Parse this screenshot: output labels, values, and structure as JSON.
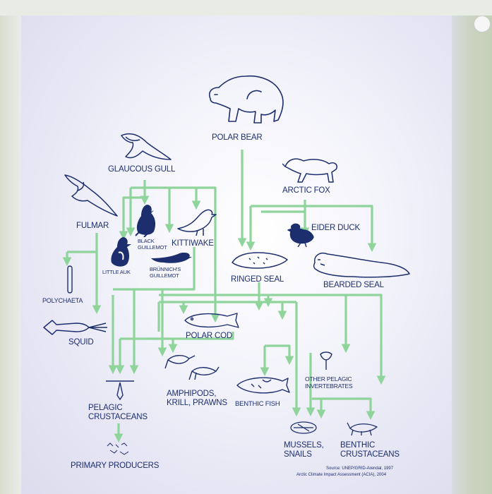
{
  "labels": {
    "polar_bear": "POLAR BEAR",
    "glaucous_gull": "GLAUCOUS GULL",
    "arctic_fox": "ARCTIC FOX",
    "fulmar": "FULMAR",
    "eider_duck": "EIDER DUCK",
    "black_guillemot": "BLACK GUILLEMOT",
    "kittiwake": "KITTIWAKE",
    "little_auk": "LITTLE AUK",
    "brunnichs_guillemot": "BRÜNNICH'S GUILLEMOT",
    "ringed_seal": "RINGED SEAL",
    "bearded_seal": "BEARDED SEAL",
    "polychaeta": "POLYCHAETA",
    "squid": "SQUID",
    "polar_cod": "POLAR COD",
    "amphipods": "AMPHIPODS, KRILL, PRAWNS",
    "other_pelagic": "OTHER PELAGIC INVERTEBRATES",
    "benthic_fish": "BENTHIC FISH",
    "pelagic_crustaceans": "PELAGIC CRUSTACEANS",
    "mussels": "MUSSELS, SNAILS",
    "benthic_crustaceans": "BENTHIC CRUSTACEANS",
    "primary_producers": "PRIMARY PRODUCERS"
  },
  "source": {
    "line1": "Source: UNEP/GRID-Arendal, 1997",
    "line2": "Arctic Climate Impact Assessment (ACIA), 2004"
  },
  "colors": {
    "arrow": "#8fd49a",
    "ink": "#1d2e6e"
  }
}
